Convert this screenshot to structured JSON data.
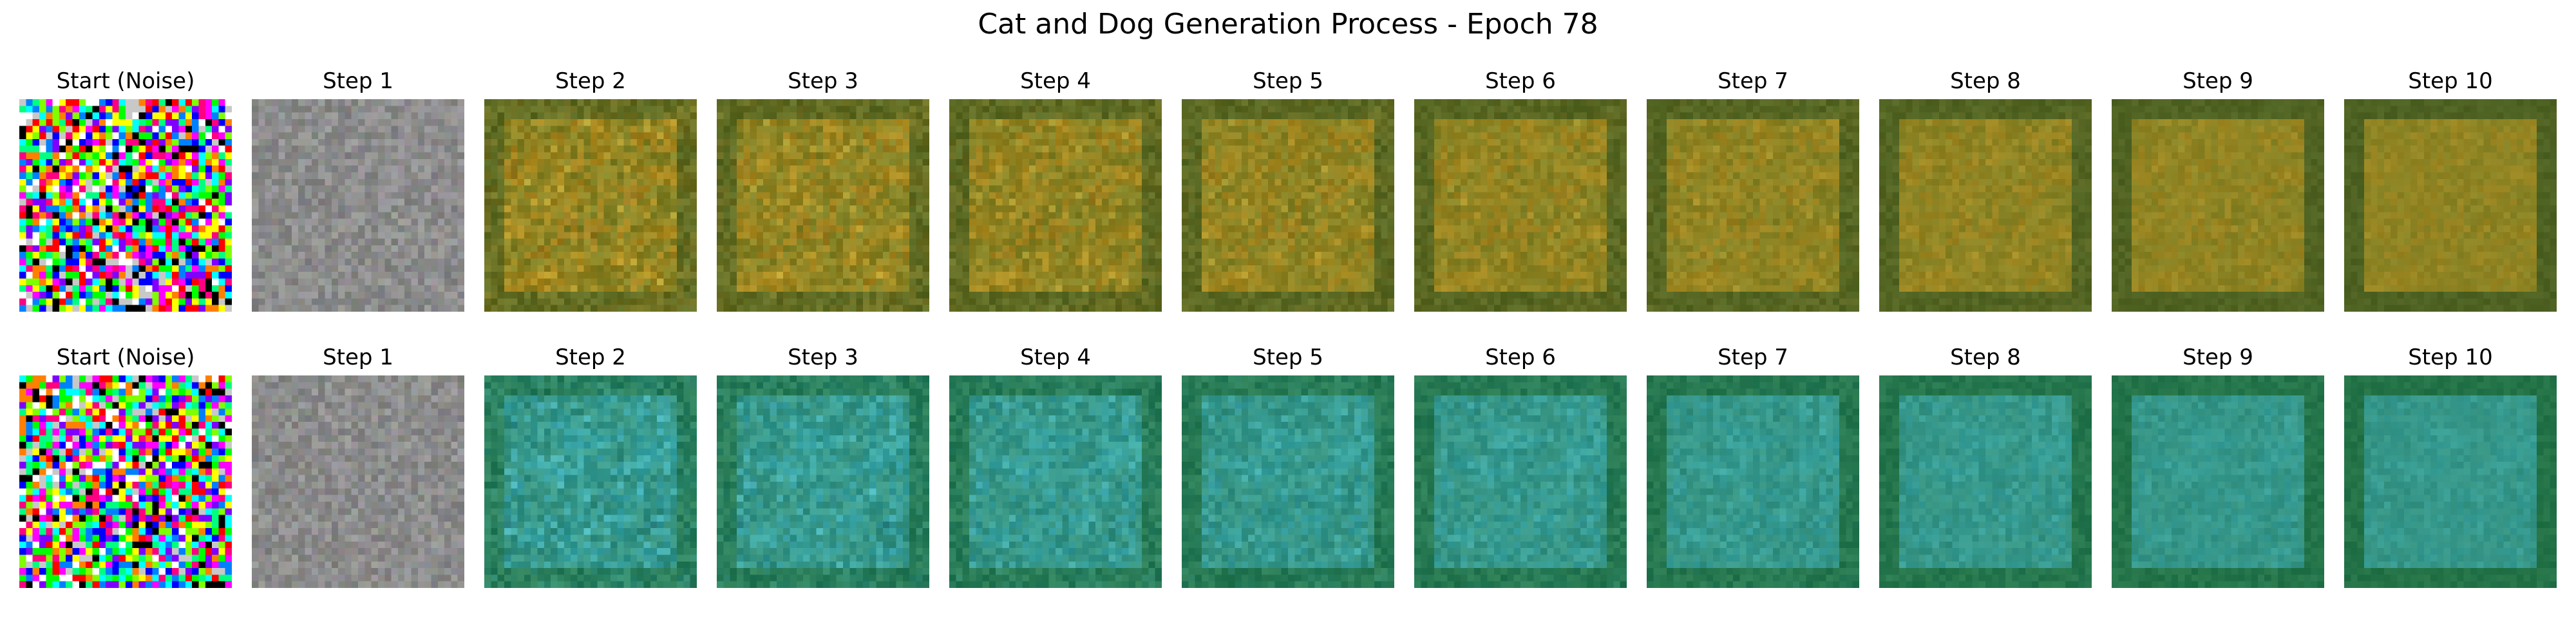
{
  "figure": {
    "title": "Cat and Dog Generation Process - Epoch 78"
  },
  "rows": [
    {
      "row_name": "cat-row",
      "panels": [
        {
          "label": "Start (Noise)",
          "kind": "noise"
        },
        {
          "label": "Step 1",
          "kind": "gray"
        },
        {
          "label": "Step 2",
          "kind": "gen"
        },
        {
          "label": "Step 3",
          "kind": "gen"
        },
        {
          "label": "Step 4",
          "kind": "gen"
        },
        {
          "label": "Step 5",
          "kind": "gen"
        },
        {
          "label": "Step 6",
          "kind": "gen"
        },
        {
          "label": "Step 7",
          "kind": "gen"
        },
        {
          "label": "Step 8",
          "kind": "gen"
        },
        {
          "label": "Step 9",
          "kind": "gen"
        },
        {
          "label": "Step 10",
          "kind": "gen"
        }
      ],
      "palette": {
        "background": "#5f7a2a",
        "subject": "#b08a1e",
        "highlight": "#e1c040",
        "shadow": "#4a3f1a",
        "border": "#3f5a22"
      }
    },
    {
      "row_name": "dog-row",
      "panels": [
        {
          "label": "Start (Noise)",
          "kind": "noise"
        },
        {
          "label": "Step 1",
          "kind": "gray"
        },
        {
          "label": "Step 2",
          "kind": "gen"
        },
        {
          "label": "Step 3",
          "kind": "gen"
        },
        {
          "label": "Step 4",
          "kind": "gen"
        },
        {
          "label": "Step 5",
          "kind": "gen"
        },
        {
          "label": "Step 6",
          "kind": "gen"
        },
        {
          "label": "Step 7",
          "kind": "gen"
        },
        {
          "label": "Step 8",
          "kind": "gen"
        },
        {
          "label": "Step 9",
          "kind": "gen"
        },
        {
          "label": "Step 10",
          "kind": "gen"
        }
      ],
      "palette": {
        "background": "#2f7f60",
        "subject": "#3aa7a6",
        "highlight": "#56c9e0",
        "shadow": "#173a3a",
        "border": "#1f6a38"
      }
    }
  ]
}
